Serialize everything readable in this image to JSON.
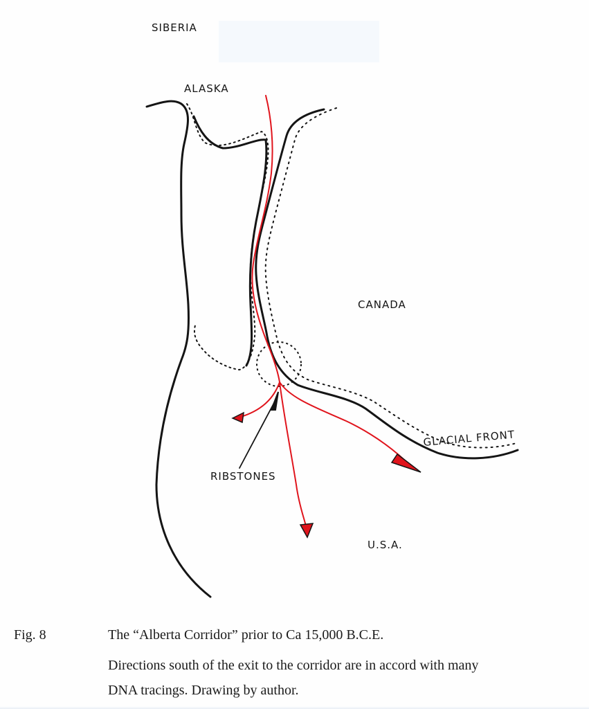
{
  "map": {
    "labels": {
      "siberia": "SIBERIA",
      "alaska": "ALASKA",
      "canada": "CANADA",
      "glacial_front": "GLACIAL FRONT",
      "ribstones": "RIBSTONES",
      "usa": "U.S.A."
    },
    "colors": {
      "ink": "#151515",
      "route": "#e0141c"
    }
  },
  "caption": {
    "fig_number": "Fig. 8",
    "line1": "The “Alberta Corridor” prior to Ca 15,000 B.C.E.",
    "line2": "Directions south of the exit to the corridor are in accord with many",
    "line3": "DNA tracings.  Drawing by author."
  }
}
